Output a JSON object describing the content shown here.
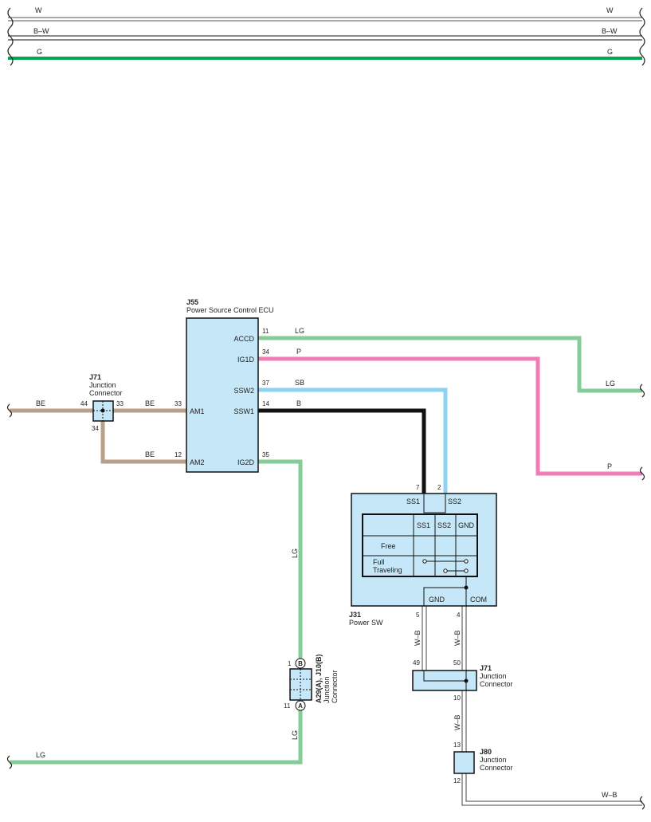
{
  "top_wires": {
    "w_left": "W",
    "w_right": "W",
    "bw_left": "B–W",
    "bw_right": "B–W",
    "g_left": "G",
    "g_right": "G"
  },
  "colors": {
    "green": "#00a651",
    "light_green": "#86cc98",
    "pink": "#ee7eb4",
    "sky_blue": "#8dd2f0",
    "tan": "#b8a18a",
    "black": "#111111",
    "component_fill": "#c5e7f7"
  },
  "ecu": {
    "id": "J55",
    "name": "Power Source Control ECU",
    "pins": {
      "accd": "ACCD",
      "ig1d": "IG1D",
      "ssw2": "SSW2",
      "ssw1": "SSW1",
      "am1": "AM1",
      "am2": "AM2",
      "ig2d": "IG2D"
    },
    "pin_numbers": {
      "accd": "11",
      "ig1d": "34",
      "ssw2": "37",
      "ssw1": "14",
      "am1": "33",
      "am2": "12",
      "ig2d": "35"
    }
  },
  "wires": {
    "accd": "LG",
    "accd_right": "LG",
    "ig1d": "P",
    "ig1d_right": "P",
    "ssw2": "SB",
    "ssw1": "B",
    "be_left": "BE",
    "be_am1": "BE",
    "be_am2": "BE",
    "ig2d_vertical": "LG",
    "lg_lower_vertical": "LG",
    "lg_bottom": "LG",
    "gnd_wire": "W–B",
    "com_wire": "W–B",
    "j71_j80": "W–B",
    "bottom_right": "W–B"
  },
  "j71_left": {
    "id": "J71",
    "line1": "Junction",
    "line2": "Connector",
    "pin_left": "44",
    "pin_right": "33",
    "pin_bottom": "34"
  },
  "power_sw": {
    "id": "J31",
    "name": "Power SW",
    "terminals": {
      "ss1": "SS1",
      "ss2": "SS2",
      "gnd": "GND",
      "com": "COM",
      "pin_ss1": "7",
      "pin_ss2": "2",
      "pin_gnd": "5",
      "pin_com": "4"
    },
    "table": {
      "headers": [
        "SS1",
        "SS2",
        "GND"
      ],
      "row_free": "Free",
      "row_full_1": "Full",
      "row_full_2": "Traveling"
    }
  },
  "a29": {
    "label": "A29(A), J10(B)",
    "line1": "Junction",
    "line2": "Connector",
    "pin_top": "1",
    "pin_bottom": "11",
    "mark_top": "B",
    "mark_bottom": "A"
  },
  "j71_right": {
    "id": "J71",
    "line1": "Junction",
    "line2": "Connector",
    "pin_left": "49",
    "pin_right": "50",
    "pin_bottom": "10"
  },
  "j80": {
    "id": "J80",
    "line1": "Junction",
    "line2": "Connector",
    "pin_top": "13",
    "pin_bottom": "12"
  }
}
